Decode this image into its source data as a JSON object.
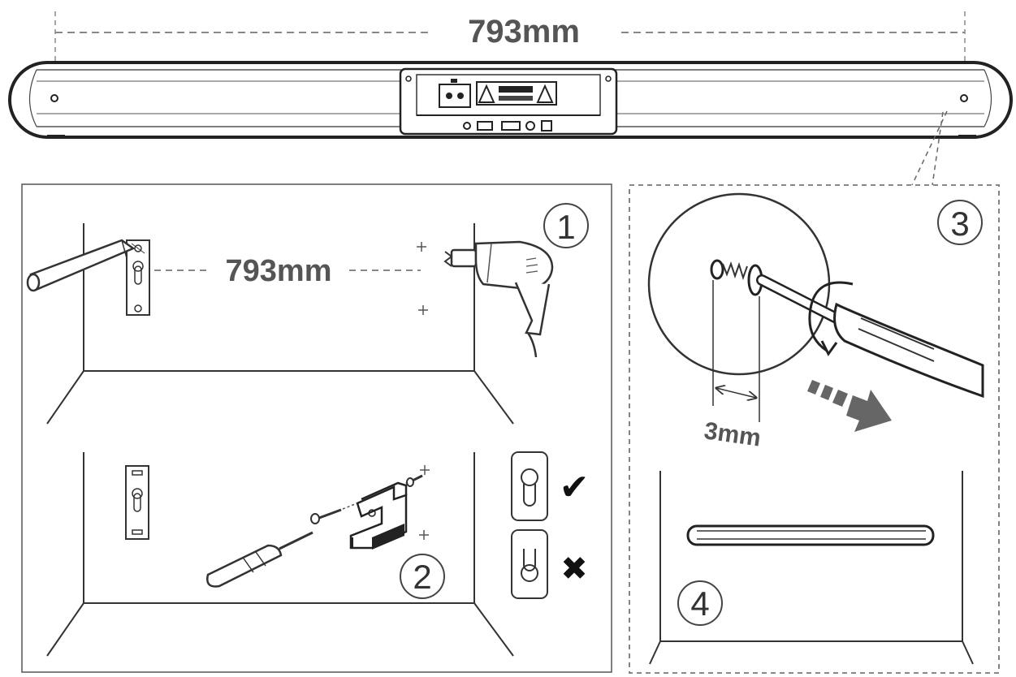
{
  "dimension_top": "793mm",
  "dimension_wall": "793mm",
  "screw_gap": "3mm",
  "step_labels": [
    "1",
    "2",
    "3",
    "4"
  ],
  "ok_mark": "✔",
  "bad_mark": "✖"
}
